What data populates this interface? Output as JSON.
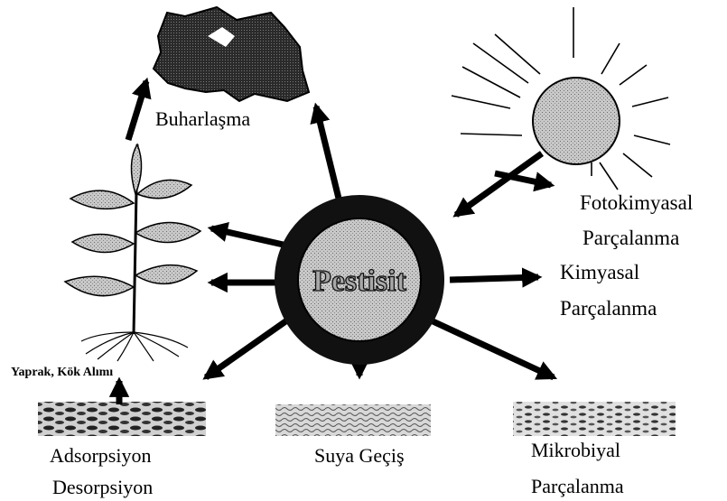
{
  "diagram": {
    "center": "Pestisit",
    "labels": {
      "buharlasma": "Buharlaşma",
      "fotokimyasal_1": "Fotokimyasal",
      "fotokimyasal_2": "Parçalanma",
      "kimyasal_1": "Kimyasal",
      "kimyasal_2": "Parçalanma",
      "yaprak": "Yaprak, Kök Alımı",
      "adsorpsiyon_1": "Adsorpsiyon",
      "adsorpsiyon_2": "Desorpsiyon",
      "suya": "Suya Geçiş",
      "mikrobiyal_1": "Mikrobiyal",
      "mikrobiyal_2": "Parçalanma"
    }
  }
}
